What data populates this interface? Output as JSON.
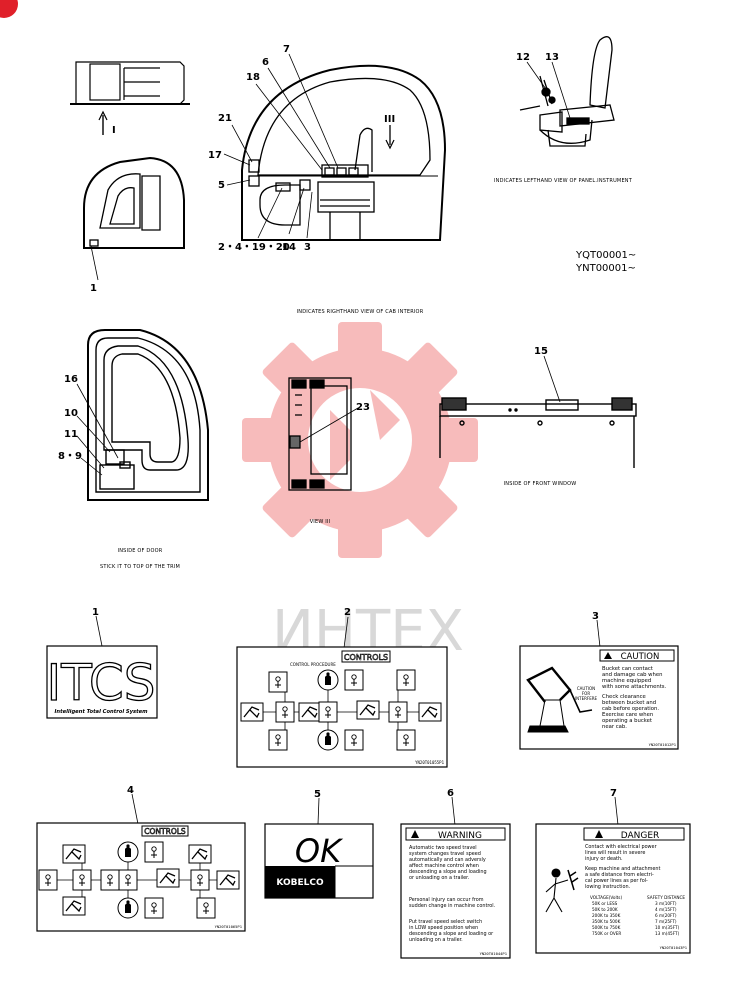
{
  "watermark": {
    "text": "ИНТЕХ",
    "color": "#e84a4a"
  },
  "corner_badge_color": "#e0202a",
  "captions": {
    "lefthand_view": "INDICATES LEFTHAND VIEW OF PANEL.INSTRUMENT",
    "righthand_view": "INDICATES RIGHTHAND VIEW OF CAB INTERIOR",
    "serial_1": "YQT00001~",
    "serial_2": "YNT00001~",
    "inside_door_1": "INSIDE OF DOOR",
    "inside_door_2": "STICK IT TO TOP OF THE TRIM",
    "view_iii": "VIEW III",
    "inside_front_window": "INSIDE OF FRONT WINDOW",
    "arrow_i": "I",
    "arrow_iii": "III"
  },
  "callouts": {
    "c1": "1",
    "c2_4_19_20": "2・4・19・20",
    "c3": "3",
    "c5": "5",
    "c6": "6",
    "c7": "7",
    "c8_9": "8・9",
    "c10": "10",
    "c11": "11",
    "c12": "12",
    "c13": "13",
    "c14": "14",
    "c15": "15",
    "c16": "16",
    "c17": "17",
    "c18": "18",
    "c21": "21",
    "c23": "23"
  },
  "decals": {
    "d1": {
      "number": "1",
      "logo": "ITCS",
      "tagline": "Intelligent Total Control System"
    },
    "d2": {
      "number": "2",
      "title": "CONTROLS",
      "subtitle": "CONTROL PROCEDURE",
      "code": "YN20T01055P1"
    },
    "d3": {
      "number": "3",
      "header": "CAUTION",
      "lines": [
        "Bucket can contact",
        "and damage cab when",
        "machine equipped",
        "with some attachments.",
        "",
        "Check clearance",
        "between bucket and",
        "cab before operation.",
        "Exercise care when",
        "operating a bucket",
        "near cab."
      ],
      "side": [
        "CAUTION",
        "FOR",
        "INTERFERE"
      ],
      "code": "YN20T01012P1"
    },
    "d4": {
      "number": "4",
      "title": "CONTROLS",
      "code": "YN20T01065P1"
    },
    "d5": {
      "number": "5",
      "script": "OK",
      "brand": "KOBELCO"
    },
    "d6": {
      "number": "6",
      "header": "WARNING",
      "lines": [
        "Automatic two speed travel",
        "system changes travel speed",
        "automatically and can adversly",
        "affect machine control when",
        "descending a slope and loading",
        "or unloading on a trailer.",
        "",
        "Personal injury can occur from",
        "sudden change in machine control.",
        "",
        "Put travel speed select switch",
        "in LOW speed position when",
        "descending a slope and loading or",
        "unloading on a trailer."
      ],
      "code": "YN20T01044P1"
    },
    "d7": {
      "number": "7",
      "header": "DANGER",
      "lines": [
        "Contact with electrical power",
        "lines will result in severe",
        "injury or death.",
        "",
        "Keep machine and attachment",
        "a safe distance from electri-",
        "cal power lines as per fol-",
        "lowing instruction."
      ],
      "table_head": [
        "VOLTAGE(Volts)",
        "SAFETY DISTANCE"
      ],
      "rows": [
        [
          "50K or LESS",
          "3 m(10FT)"
        ],
        [
          "50K to 200K",
          "4 m(15FT)"
        ],
        [
          "200K to 350K",
          "6 m(20FT)"
        ],
        [
          "350K to 500K",
          "7 m(25FT)"
        ],
        [
          "500K to 750K",
          "10 m(35FT)"
        ],
        [
          "750K or OVER",
          "13 m(45FT)"
        ]
      ],
      "code": "YN20T01043P1"
    }
  }
}
